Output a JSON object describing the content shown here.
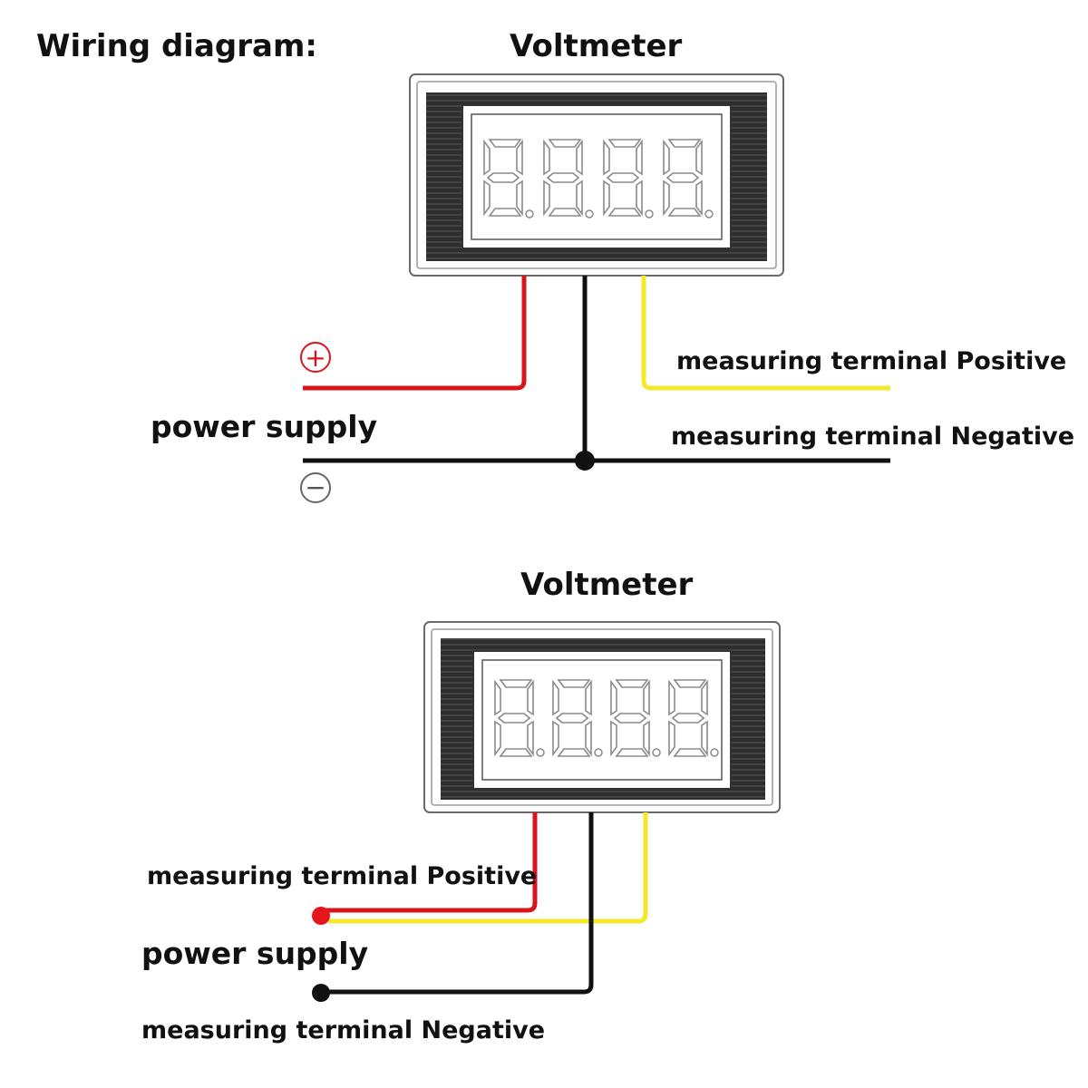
{
  "title": "Wiring diagram:",
  "diagram_top": {
    "device_label": "Voltmeter",
    "power_positive_symbol": "+",
    "power_negative_symbol": "−",
    "power_label": "power supply",
    "positive_terminal_label": "measuring terminal Positive",
    "negative_terminal_label": "measuring terminal Negative"
  },
  "diagram_bottom": {
    "device_label": "Voltmeter",
    "positive_terminal_label": "measuring terminal Positive",
    "power_label": "power supply",
    "negative_terminal_label": "measuring terminal Negative"
  },
  "colors": {
    "wire_red": "#d9141b",
    "wire_black": "#111111",
    "wire_yellow": "#f2ea2a",
    "bezel_dark": "#2b2b2b"
  }
}
